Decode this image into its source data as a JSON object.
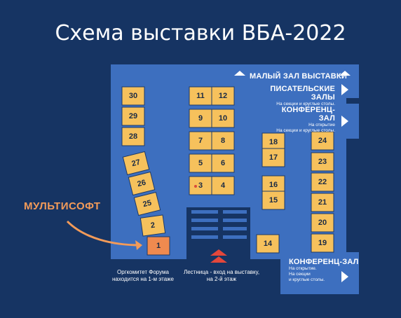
{
  "title": "Схема выставки ВБА-2022",
  "exhibitor_label": "МУЛЬТИСОФТ",
  "colors": {
    "background": "#163463",
    "floor": "#3d6fbf",
    "booth": "#f6c15c",
    "booth_highlight": "#ef8a4f",
    "stairs": "#163463",
    "accent_arrow": "#e4473b",
    "exhibitor": "#f39b59"
  },
  "booths": [
    {
      "id": "30",
      "label": "30"
    },
    {
      "id": "29",
      "label": "29"
    },
    {
      "id": "28",
      "label": "28"
    },
    {
      "id": "27",
      "label": "27"
    },
    {
      "id": "26",
      "label": "26"
    },
    {
      "id": "25",
      "label": "25"
    },
    {
      "id": "2",
      "label": "2"
    },
    {
      "id": "1",
      "label": "1"
    },
    {
      "id": "11",
      "label": "11"
    },
    {
      "id": "12",
      "label": "12"
    },
    {
      "id": "9",
      "label": "9"
    },
    {
      "id": "10",
      "label": "10"
    },
    {
      "id": "7",
      "label": "7"
    },
    {
      "id": "8",
      "label": "8"
    },
    {
      "id": "5",
      "label": "5"
    },
    {
      "id": "6",
      "label": "6"
    },
    {
      "id": "3",
      "label": "3"
    },
    {
      "id": "4",
      "label": "4"
    },
    {
      "id": "18",
      "label": "18"
    },
    {
      "id": "17",
      "label": "17"
    },
    {
      "id": "16",
      "label": "16"
    },
    {
      "id": "15",
      "label": "15"
    },
    {
      "id": "24",
      "label": "24"
    },
    {
      "id": "23",
      "label": "23"
    },
    {
      "id": "22",
      "label": "22"
    },
    {
      "id": "21",
      "label": "21"
    },
    {
      "id": "20",
      "label": "20"
    },
    {
      "id": "19",
      "label": "19"
    },
    {
      "id": "14",
      "label": "14"
    }
  ],
  "halls": {
    "small_hall": {
      "name": "МАЛЫЙ ЗАЛ ВЫСТАВКИ"
    },
    "writers": {
      "name": "ПИСАТЕЛЬСКИЕ ЗАЛЫ",
      "sub": "На секции и круглые столы."
    },
    "conf1": {
      "name": "КОНФЕРЕНЦ-ЗАЛ",
      "sub1": "На открытие",
      "sub2": "На секции и круглые столы."
    },
    "conf2": {
      "name": "КОНФЕРЕНЦ-ЗАЛ",
      "sub1": "На открытие.",
      "sub2": "На секции",
      "sub3": "и круглые столы."
    }
  },
  "notes": {
    "orgcommittee_1": "Оргкомитет Форума",
    "orgcommittee_2": "находится на 1-м этаже",
    "stairs_1": "Лестница - вход на выставку,",
    "stairs_2": "на 2-й этаж"
  }
}
